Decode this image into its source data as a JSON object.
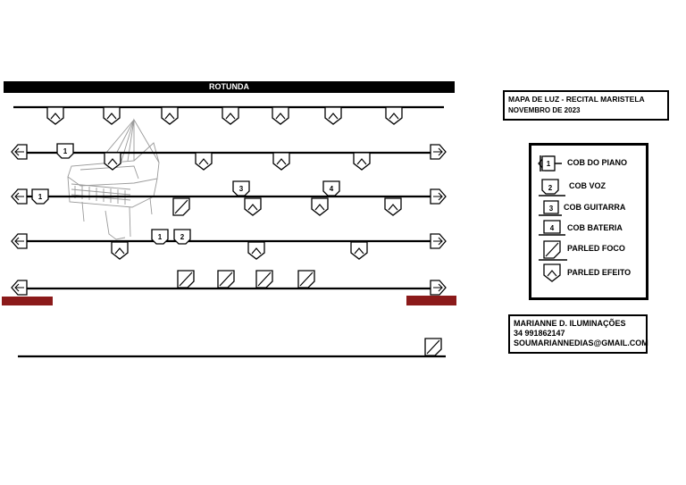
{
  "stage": {
    "rotunda_label": "ROTUNDA",
    "fixture_numbers": [
      "1",
      "1",
      "3",
      "4",
      "1",
      "2"
    ]
  },
  "title": {
    "line1": "MAPA DE LUZ - RECITAL MARISTELA",
    "line2": "NOVEMBRO DE 2023"
  },
  "legend": {
    "items": [
      {
        "number": "1",
        "label": "COB DO PIANO"
      },
      {
        "number": "2",
        "label": "COB VOZ"
      },
      {
        "number": "3",
        "label": "COB GUITARRA"
      },
      {
        "number": "4",
        "label": "COB BATERIA"
      },
      {
        "label": "PARLED FOCO"
      },
      {
        "label": "PARLED EFEITO"
      }
    ]
  },
  "contact": {
    "name": "MARIANNE D. ILUMINAÇÕES",
    "phone": "34 991862147",
    "email": "SOUMARIANNEDIAS@GMAIL.COM"
  },
  "colors": {
    "ink": "#000000",
    "stage_edge": "#8b1a1a",
    "piano": "#9a9a9a"
  }
}
